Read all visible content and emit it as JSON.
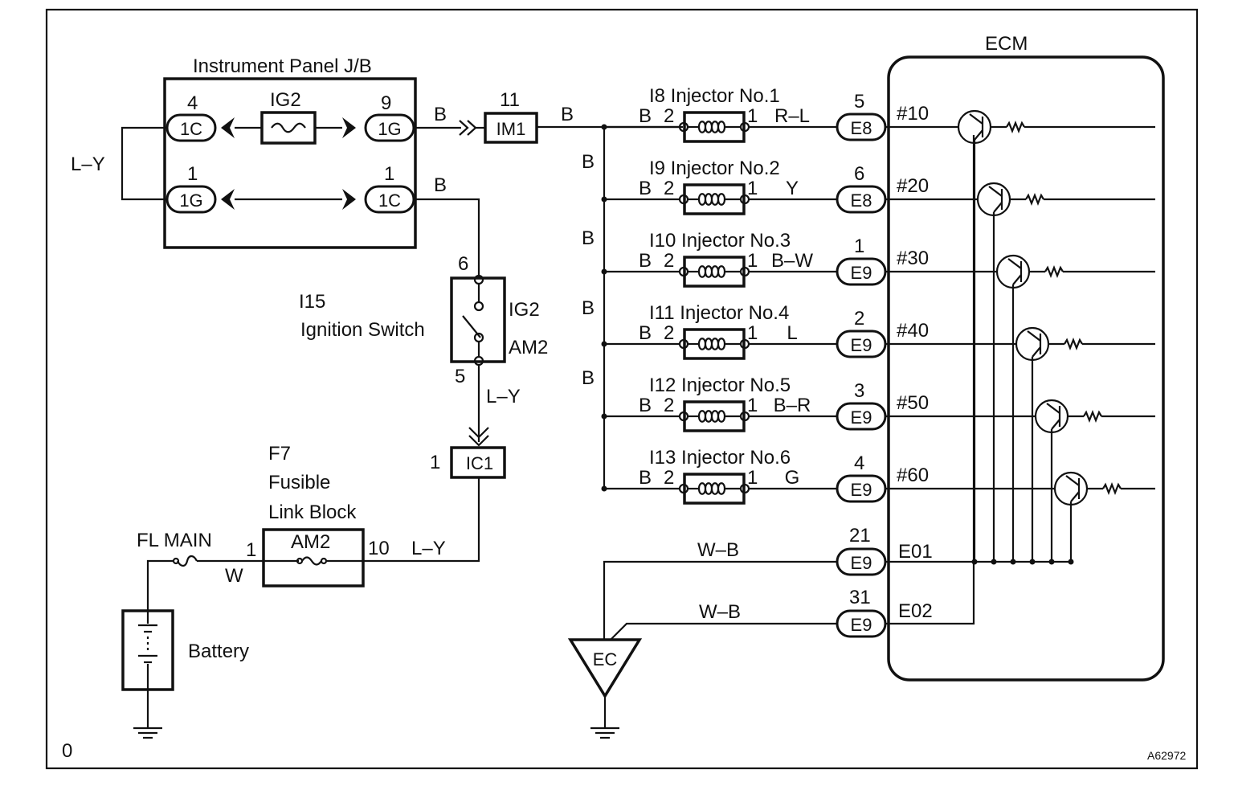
{
  "panel_jb": {
    "title": "Instrument Panel J/B",
    "fuse": "IG2",
    "pin_4": "4",
    "conn_4": "1C",
    "pin_9": "9",
    "conn_9": "1G",
    "pin_1a": "1",
    "conn_1a": "1G",
    "pin_1b": "1",
    "conn_1b": "1C"
  },
  "wires": {
    "ly_left": "L–Y",
    "b1": "B",
    "b2": "B",
    "b3": "B",
    "ly_ign": "L–Y",
    "ly_fuse": "L–Y",
    "w_fl": "W",
    "wb1": "W–B",
    "wb2": "W–B",
    "bus_b": [
      "B",
      "B",
      "B",
      "B"
    ]
  },
  "im1": {
    "pin": "11",
    "label": "IM1"
  },
  "ignition": {
    "id": "I15",
    "name": "Ignition Switch",
    "pin_top": "6",
    "pin_bot": "5",
    "ig2": "IG2",
    "am2": "AM2"
  },
  "ic1": {
    "pin": "1",
    "label": "IC1"
  },
  "fusible": {
    "id": "F7",
    "line1": "Fusible",
    "line2": "Link Block",
    "fl_main": "FL MAIN",
    "pin_in": "1",
    "pin_out": "10",
    "fuse": "AM2"
  },
  "battery": {
    "label": "Battery"
  },
  "ecm": {
    "title": "ECM",
    "ground_box": "EC",
    "ground_lines": [
      {
        "pin": "21",
        "conn": "E9",
        "signal": "E01"
      },
      {
        "pin": "31",
        "conn": "E9",
        "signal": "E02"
      }
    ]
  },
  "injectors": [
    {
      "name": "I8 Injector No.1",
      "left_wire": "B",
      "pin_l": "2",
      "pin_r": "1",
      "right_wire": "R–L",
      "pin": "5",
      "conn": "E8",
      "signal": "#10"
    },
    {
      "name": "I9 Injector No.2",
      "left_wire": "B",
      "pin_l": "2",
      "pin_r": "1",
      "right_wire": "Y",
      "pin": "6",
      "conn": "E8",
      "signal": "#20"
    },
    {
      "name": "I10 Injector No.3",
      "left_wire": "B",
      "pin_l": "2",
      "pin_r": "1",
      "right_wire": "B–W",
      "pin": "1",
      "conn": "E9",
      "signal": "#30"
    },
    {
      "name": "I11 Injector No.4",
      "left_wire": "B",
      "pin_l": "2",
      "pin_r": "1",
      "right_wire": "L",
      "pin": "2",
      "conn": "E9",
      "signal": "#40"
    },
    {
      "name": "I12 Injector No.5",
      "left_wire": "B",
      "pin_l": "2",
      "pin_r": "1",
      "right_wire": "B–R",
      "pin": "3",
      "conn": "E9",
      "signal": "#50"
    },
    {
      "name": "I13 Injector No.6",
      "left_wire": "B",
      "pin_l": "2",
      "pin_r": "1",
      "right_wire": "G",
      "pin": "4",
      "conn": "E9",
      "signal": "#60"
    }
  ],
  "corner_left": "0",
  "figure_id": "A62972"
}
